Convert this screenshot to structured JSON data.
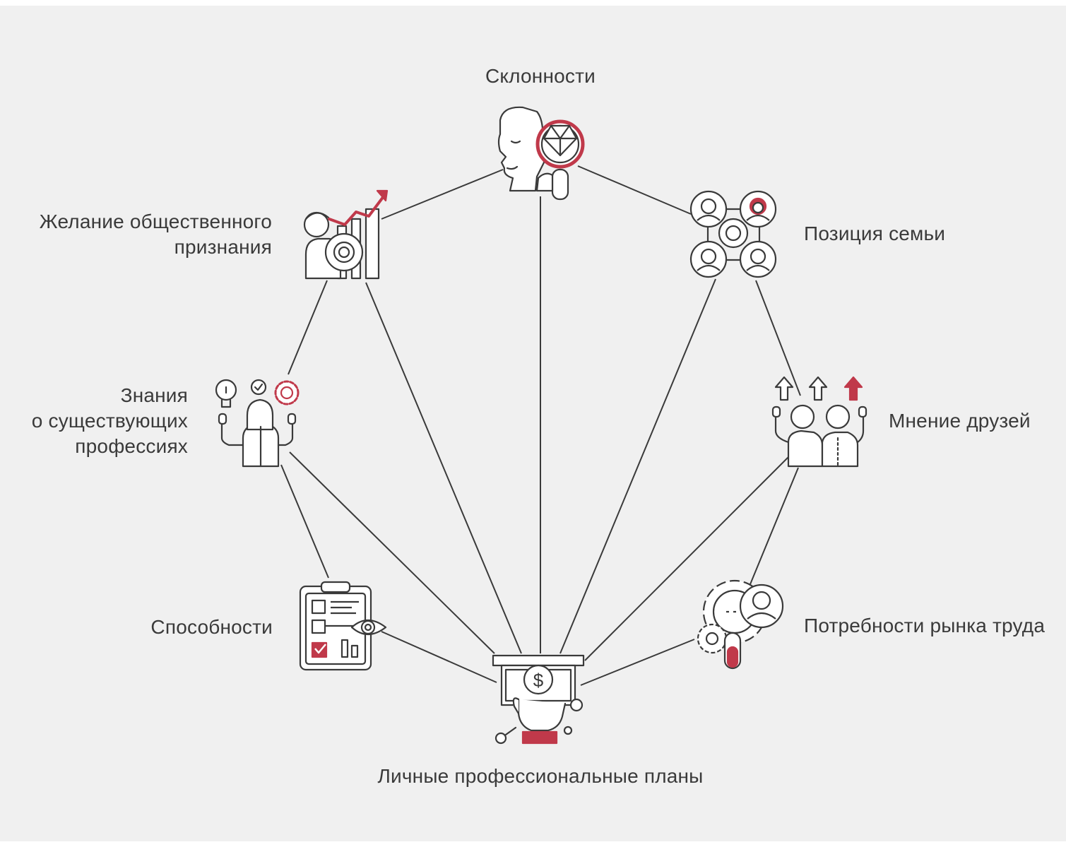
{
  "nodes": {
    "inclinations": {
      "label": "Склонности"
    },
    "recognition": {
      "lines": [
        "Желание общественного",
        "признания"
      ]
    },
    "family": {
      "label": "Позиция семьи"
    },
    "knowledge": {
      "lines": [
        "Знания",
        "о существующих",
        "профессиях"
      ]
    },
    "friends": {
      "label": "Мнение друзей"
    },
    "abilities": {
      "label": "Способности"
    },
    "market": {
      "label": "Потребности рынка труда"
    },
    "plans": {
      "label": "Личные профессиональные планы"
    }
  },
  "colors": {
    "background": "#f0f0f0",
    "line": "#3a3a3a",
    "icon_stroke": "#3a3a3a",
    "accent": "#c0394a",
    "text": "#3a3a3a"
  },
  "icons": {
    "inclinations": "person-diamond-magnifier-icon",
    "recognition": "person-gear-growth-chart-icon",
    "family": "family-network-icon",
    "knowledge": "person-lightbulb-check-gear-icon",
    "friends": "friends-arrows-up-icon",
    "abilities": "clipboard-checklist-eye-icon",
    "market": "gears-person-thermometer-icon",
    "plans": "hand-money-banknote-icon"
  }
}
